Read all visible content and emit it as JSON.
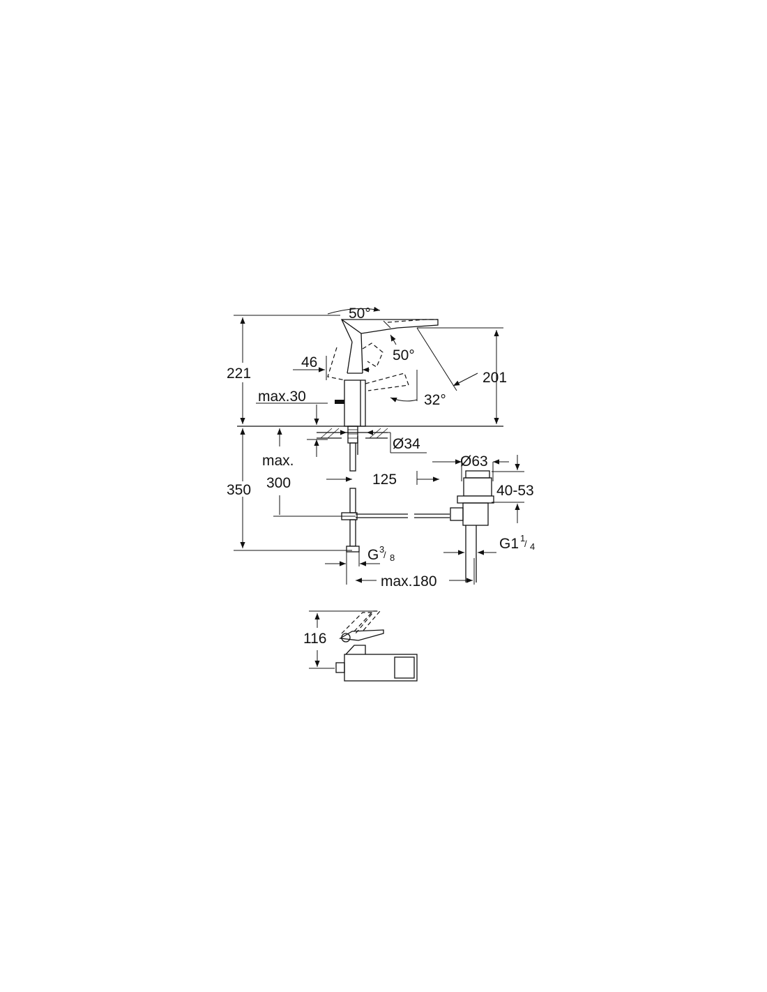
{
  "drawing": {
    "angle_top": "50°",
    "angle_side": "50°",
    "angle_spout": "32°",
    "dim_total_height": "221",
    "dim_spout_height": "201",
    "dim_lever_offset": "46",
    "dim_deck_thickness": "max.30",
    "dim_tap_hole": "Ø34",
    "dim_hose_label": "max.",
    "dim_hose_length": "300",
    "dim_below_deck": "350",
    "dim_rod_length": "125",
    "dim_waste_diameter": "Ø63",
    "dim_waste_height": "40-53",
    "dim_waste_thread": "G1",
    "dim_waste_thread_num": "1",
    "dim_waste_thread_den": "4",
    "dim_supply_thread": "G",
    "dim_supply_thread_num": "3",
    "dim_supply_thread_den": "8",
    "dim_max_offset": "max.180",
    "dim_plan_height": "116"
  }
}
